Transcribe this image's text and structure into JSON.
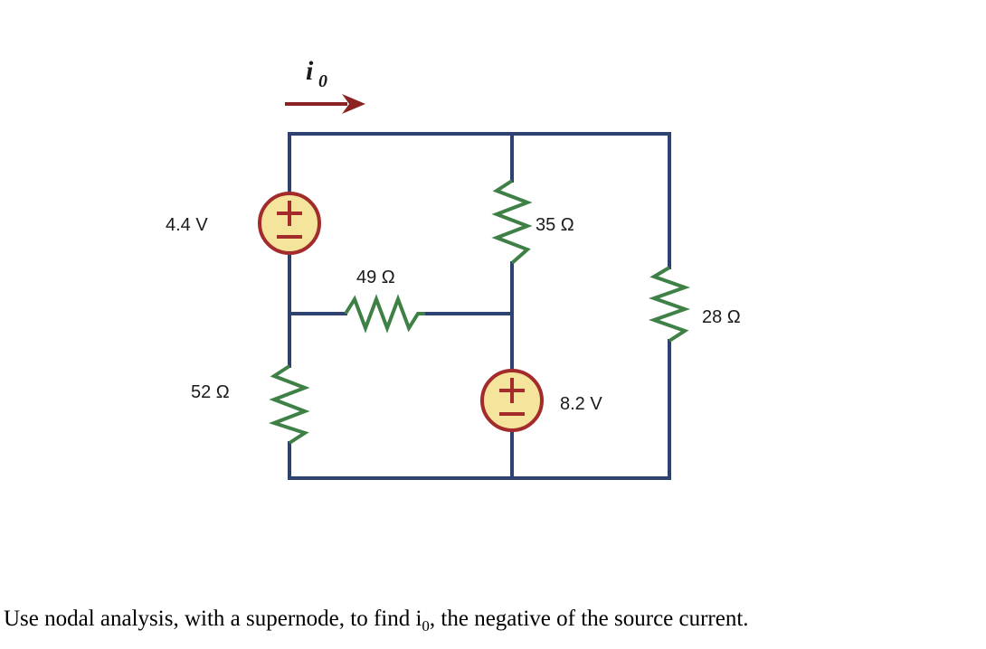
{
  "figure": {
    "type": "electrical-circuit-schematic",
    "current_label": {
      "symbol": "i",
      "subscript": "0",
      "full": "i0"
    },
    "colors": {
      "wire": "#2E4272",
      "resistor": "#3F8046",
      "source_fill": "#F5E49B",
      "source_stroke": "#A32B2B",
      "source_sign": "#A32B2B",
      "arrow": "#8C2222",
      "text": "#1A1A1A"
    },
    "components": [
      {
        "id": "v-source-left",
        "kind": "voltage-source",
        "value": "4.4 V",
        "plus": "+",
        "minus": "−"
      },
      {
        "id": "v-source-mid",
        "kind": "voltage-source",
        "value": "8.2 V",
        "plus": "+",
        "minus": "−"
      },
      {
        "id": "resistor-52",
        "kind": "resistor",
        "value": "52 Ω"
      },
      {
        "id": "resistor-49",
        "kind": "resistor",
        "value": "49 Ω"
      },
      {
        "id": "resistor-35",
        "kind": "resistor",
        "value": "35 Ω"
      },
      {
        "id": "resistor-28",
        "kind": "resistor",
        "value": "28 Ω"
      }
    ],
    "labels": {
      "source_left": "4.4 V",
      "source_mid": "8.2 V",
      "resistor_52": "52 Ω",
      "resistor_49": "49 Ω",
      "resistor_35": "35 Ω",
      "resistor_28": "28 Ω"
    }
  },
  "caption": {
    "before": "Use nodal analysis, with a supernode, to find i",
    "subscript": "0",
    "after": ", the negative of the source current."
  }
}
